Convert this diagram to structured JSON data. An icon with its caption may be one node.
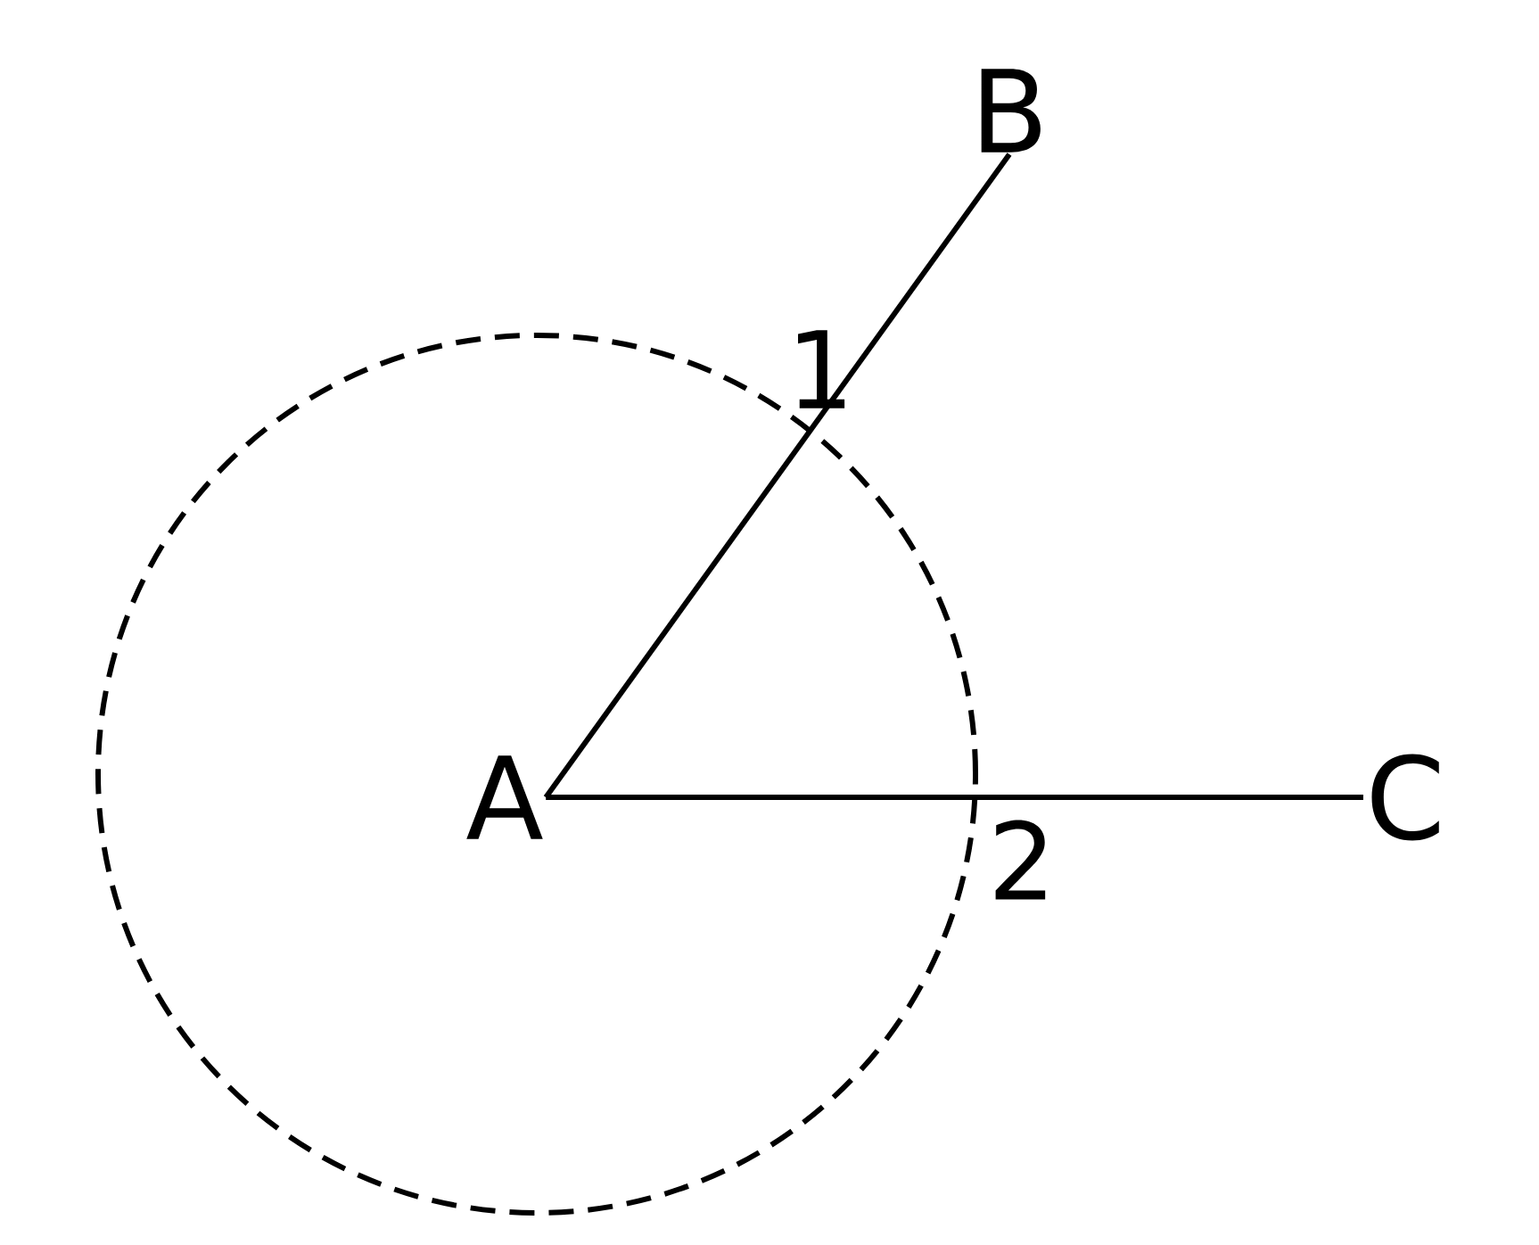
{
  "diagram": {
    "nodes": [
      {
        "text": [
          "A"
        ]
      },
      {
        "text": [
          "B"
        ]
      },
      {
        "text": [
          "C"
        ]
      }
    ],
    "edges": [
      {
        "from": 0,
        "to": 1,
        "arrow": "none"
      },
      {
        "from": 0,
        "to": 2,
        "arrow": "none"
      }
    ],
    "labels": [
      "1",
      "2"
    ]
  }
}
